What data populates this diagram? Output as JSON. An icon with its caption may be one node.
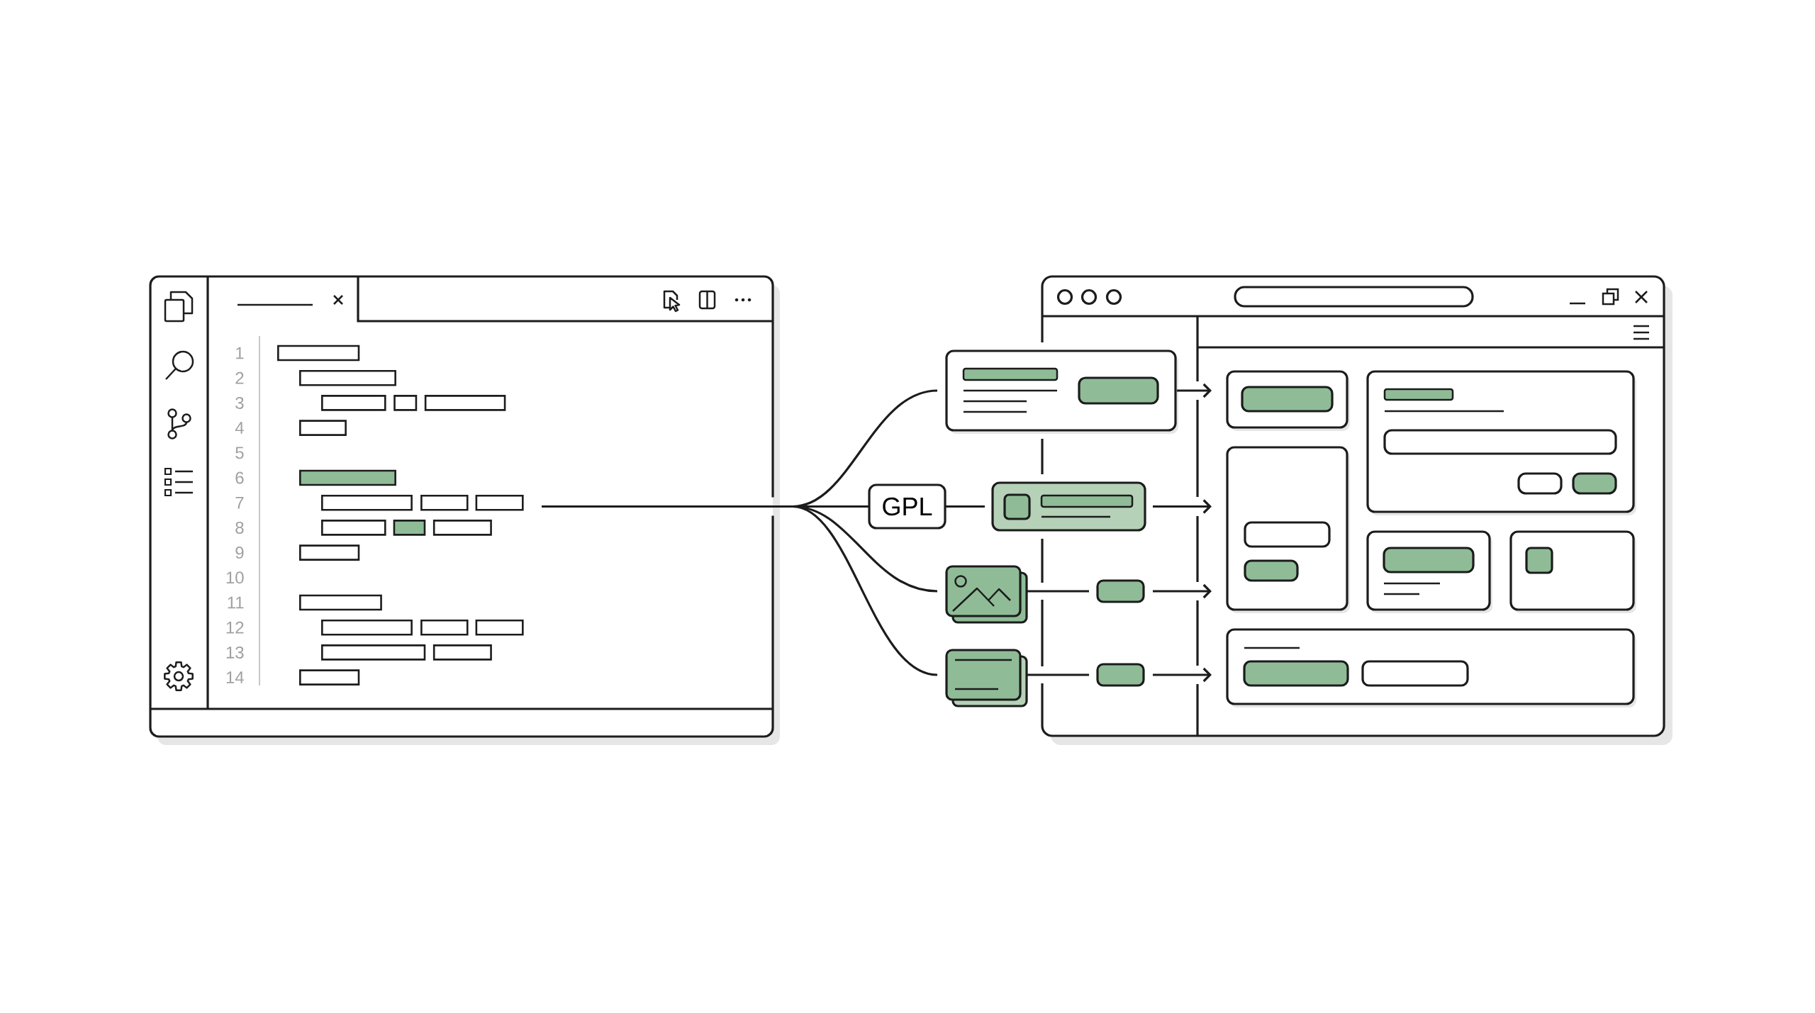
{
  "diagram": {
    "nodes": [
      {
        "text": [
          "1",
          "2",
          "3",
          "4",
          "5",
          "6",
          "7",
          "8",
          "9",
          "10",
          "11",
          "12",
          "13",
          "14"
        ]
      },
      {
        "text": [],
        "shape": "box"
      },
      {
        "text": [],
        "shape": "box"
      },
      {
        "text": [
          "GPL"
        ]
      },
      {
        "text": [],
        "shape": "box"
      },
      {
        "text": [],
        "shape": "picture"
      },
      {
        "text": [],
        "shape": "box",
        "in": 1
      },
      {
        "text": [],
        "shape": "box"
      },
      {
        "text": [],
        "shape": "box",
        "in": 1
      },
      {
        "text": [],
        "shape": "box",
        "in": 1
      },
      {
        "text": [],
        "shape": "box",
        "in": 1
      },
      {
        "text": [],
        "shape": "box",
        "in": 1
      },
      {
        "text": [],
        "shape": "box",
        "in": 1
      }
    ],
    "edges": [
      {
        "from": 0,
        "to": 2,
        "arrow": "none"
      },
      {
        "from": 0,
        "to": 3,
        "arrow": "none"
      },
      {
        "from": 0,
        "to": 5,
        "arrow": "none"
      },
      {
        "from": 0,
        "to": 7,
        "arrow": "none"
      },
      {
        "from": 3,
        "to": 4,
        "arrow": "none"
      },
      {
        "from": 2,
        "to": 9,
        "arrow": "to"
      },
      {
        "from": 4,
        "to": 11,
        "arrow": "to"
      },
      {
        "from": 5,
        "to": 6,
        "arrow": "none"
      },
      {
        "from": 6,
        "to": 11,
        "arrow": "to"
      },
      {
        "from": 7,
        "to": 8,
        "arrow": "none"
      },
      {
        "from": 8,
        "to": 12,
        "arrow": "to"
      }
    ]
  }
}
